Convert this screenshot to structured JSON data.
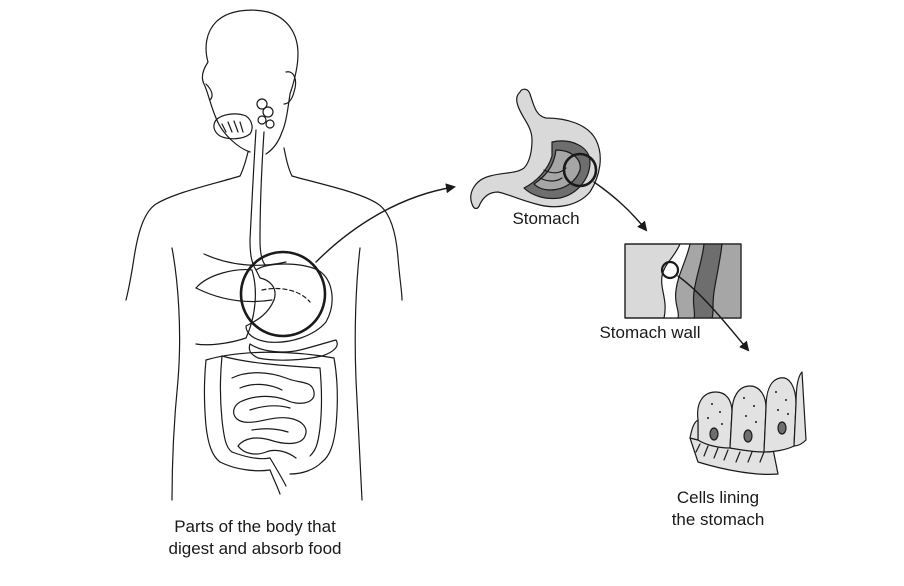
{
  "labels": {
    "body_line1": "Parts of the body that",
    "body_line2": "digest and absorb food",
    "stomach": "Stomach",
    "stomach_wall": "Stomach wall",
    "cells_line1": "Cells lining",
    "cells_line2": "the stomach"
  },
  "colors": {
    "ink": "#1a1a1a",
    "light_gray": "#d9d9d9",
    "mid_gray": "#a6a6a6",
    "dark_gray": "#6e6e6e",
    "cell_fill": "#e2e2e2"
  }
}
